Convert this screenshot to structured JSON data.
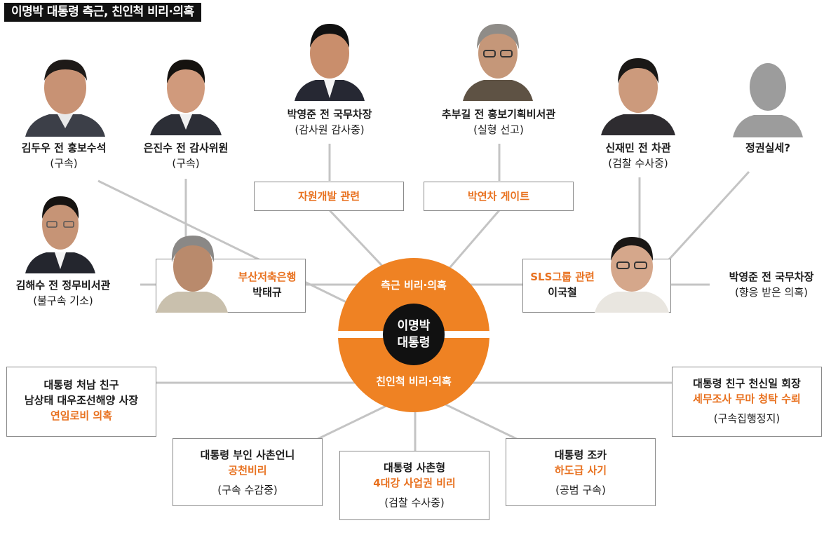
{
  "title": "이명박 대통령 측근, 친인척 비리·의혹",
  "hub": {
    "top_label": "측근 비리·의혹",
    "bottom_label": "친인척 비리·의혹",
    "center_line1": "이명박",
    "center_line2": "대통령"
  },
  "people": {
    "kim_duwoo": {
      "name": "김두우 전 홍보수석",
      "status": "(구속)"
    },
    "eun_jinsu": {
      "name": "은진수 전 감사위원",
      "status": "(구속)"
    },
    "park_youngjun_top": {
      "name": "박영준 전 국무차장",
      "status": "(감사원 감사중)"
    },
    "chu_bugil": {
      "name": "추부길 전 홍보기획비서관",
      "status": "(실형 선고)"
    },
    "shin_jaemin": {
      "name": "신재민 전 차관",
      "status": "(검찰 수사중)"
    },
    "unknown": {
      "name": "정권실세?"
    },
    "kim_haesu": {
      "name": "김해수 전 정무비서관",
      "status": "(불구속 기소)"
    },
    "park_youngjun_right": {
      "name": "박영준 전 국무차장",
      "status": "(향응 받은 의혹)"
    }
  },
  "topics": {
    "resource": "자원개발 관련",
    "park_yeoncha": "박연차 게이트"
  },
  "middle_boxes": {
    "busan": {
      "accent": "부산저축은행",
      "name": "박태규"
    },
    "sls": {
      "accent": "SLS그룹 관련",
      "name": "이국철"
    }
  },
  "relatives": {
    "brother_in_law": {
      "line1": "대통령 처남 친구",
      "line2": "남상태 대우조선해양 사장",
      "accent": "연임로비 의혹"
    },
    "cousin_sister": {
      "line1": "대통령 부인 사촌언니",
      "accent": "공천비리",
      "status": "(구속 수감중)"
    },
    "cousin_brother": {
      "line1": "대통령 사촌형",
      "accent": "4대강 사업권 비리",
      "status": "(검찰 수사중)"
    },
    "nephew": {
      "line1": "대통령 조카",
      "accent": "하도급 사기",
      "status": "(공범 구속)"
    },
    "friend": {
      "line1": "대통령 친구 천신일 회장",
      "accent": "세무조사 무마 청탁 수뢰",
      "status": "(구속집행정지)"
    }
  },
  "colors": {
    "accent": "#ef8223",
    "text_accent": "#e8711f",
    "line": "#bdbdbd",
    "dark": "#111111"
  }
}
